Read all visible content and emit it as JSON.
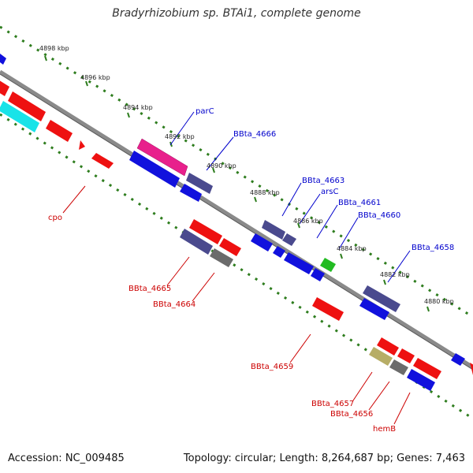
{
  "title": "Bradyrhizobium sp. BTAi1, complete genome",
  "footer": {
    "accession": "Accession: NC_009485",
    "topology": "Topology: circular; Length: 8,264,687 bp; Genes: 7,463"
  },
  "colors": {
    "backbone": "#8a8a8a",
    "ruler_dots": "#2e7d1e",
    "forward_label": "#0000cc",
    "reverse_label": "#cc0000",
    "gene_red": "#ee1111",
    "gene_blue": "#1111dd",
    "gene_navy": "#4a4a8e",
    "gene_gray": "#6b6b6b",
    "gene_pink": "#e8208c",
    "gene_cyan": "#19e3e8",
    "gene_green": "#22bb22",
    "gene_olive": "#b7ad66"
  },
  "scale_ticks": [
    "4898 kbp",
    "4896 kbp",
    "4894 kbp",
    "4892 kbp",
    "4890 kbp",
    "4888 kbp",
    "4886 kbp",
    "4884 kbp",
    "4882 kbp",
    "4880 kbp"
  ],
  "gene_labels": {
    "forward": [
      "parC",
      "BBta_4666",
      "BBta_4663",
      "arsC",
      "BBta_4661",
      "BBta_4660",
      "BBta_4658"
    ],
    "reverse": [
      "cpo",
      "BBta_4665",
      "BBta_4664",
      "BBta_4659",
      "BBta_4657",
      "BBta_4656",
      "hemB"
    ]
  }
}
